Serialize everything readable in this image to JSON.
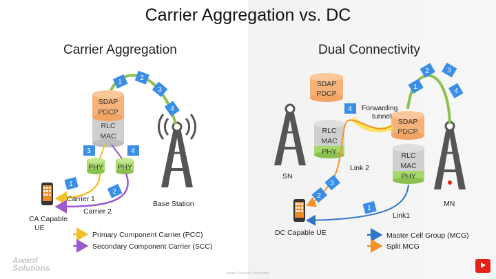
{
  "title": "Carrier Aggregation vs. DC",
  "ca": {
    "heading": "Carrier Aggregation",
    "stack": {
      "sdap": "SDAP",
      "pdcp": "PDCP",
      "rlc": "RLC",
      "mac": "MAC",
      "phy1": "PHY",
      "phy2": "PHY"
    },
    "badges": [
      "1",
      "2",
      "3",
      "4",
      "3",
      "4",
      "1",
      "2"
    ],
    "labels": {
      "carrier1": "Carrier 1",
      "carrier2": "Carrier 2",
      "base_station": "Base Station",
      "ue_line1": "CA Capable",
      "ue_line2": "UE"
    },
    "legend": [
      {
        "label": "Primary Component Carrier (PCC)",
        "color": "#f2c029"
      },
      {
        "label": "Secondary Component Carrier (SCC)",
        "color": "#9b59d0"
      }
    ]
  },
  "dc": {
    "heading": "Dual Connectivity",
    "sn_stack": {
      "sdap": "SDAP",
      "pdcp": "PDCP",
      "rlc": "RLC",
      "mac": "MAC",
      "phy": "PHY"
    },
    "mn_stack": {
      "sdap": "SDAP",
      "pdcp": "PDCP",
      "rlc": "RLC",
      "mac": "MAC",
      "phy": "PHY"
    },
    "badges": [
      "1",
      "2",
      "3",
      "4",
      "4",
      "2",
      "3",
      "1"
    ],
    "labels": {
      "forwarding_line1": "Forwarding",
      "forwarding_line2": "tunnel",
      "sn": "SN",
      "mn": "MN",
      "link2": "Link 2",
      "link1": "Link1",
      "ue": "DC Capable UE"
    },
    "legend": [
      {
        "label": "Master Cell Group (MCG)",
        "color": "#2e75c9"
      },
      {
        "label": "Split MCG",
        "color": "#f0932b"
      }
    ]
  },
  "colors": {
    "badge": "#3a8ee6",
    "green": "#8cc152",
    "orange": "#f7b27a",
    "gray": "#cfcfcf",
    "phy": "#a6d96a"
  },
  "logo_line1": "Award",
  "logo_line2": "Solutions",
  "footer": "Award Solutions Proprietary"
}
